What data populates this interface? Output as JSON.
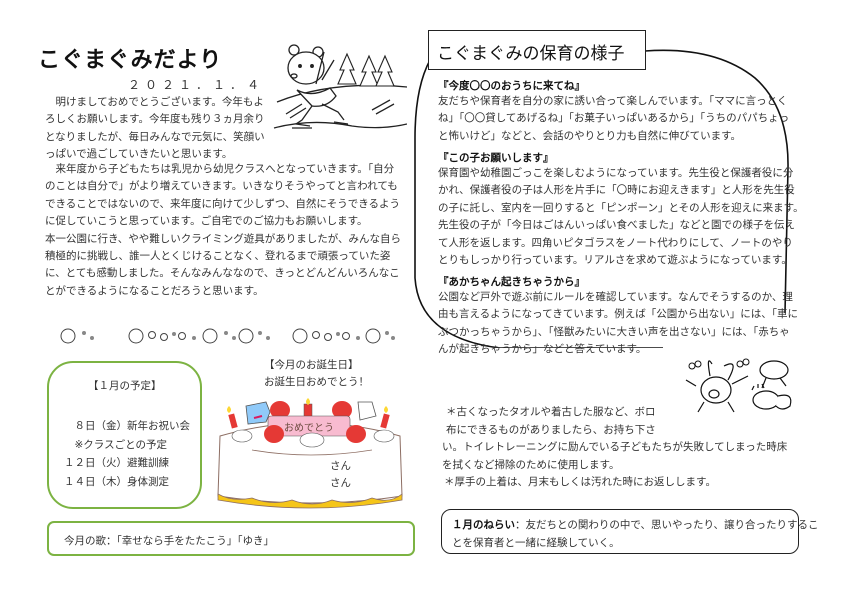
{
  "newsletter": {
    "title": "こぐまぐみだより",
    "date": "２０２１．１．４"
  },
  "greeting": {
    "lines": [
      "　明けましておめでとうございます。今年もよ",
      "ろしくお願いします。今年度も残り３ヵ月余り",
      "となりましたが、毎日みんなで元気に、笑顔い",
      "っぱいで過ごしていきたいと思います。"
    ]
  },
  "message": {
    "lines": [
      "　来年度から子どもたちは乳児から幼児クラスへとなっていきます。「自分",
      "のことは自分で」がより増えていきます。いきなりそうやってと言われても",
      "できることではないので、来年度に向けて少しずつ、自然にそうできるよう",
      "に促していこうと思っています。ご自宅でのご協力もお願いします。",
      "本一公園に行き、やや難しいクライミング遊具がありましたが、みんな自ら",
      "積極的に挑戦し、誰一人とくじけることなく、登れるまで頑張っていた姿",
      "に、とても感動しました。そんなみんななので、きっとどんどんいろんなこ",
      "とができるようになることだろうと思います。"
    ]
  },
  "decoration": {
    "border_glyphs": "✿❀ ◌◔◡❀◒ ❀◌ ❀ ◌❀ ✿❀ ◌◔◡❀◒ ❀◌ ❀"
  },
  "schedule": {
    "title": "【１月の予定】",
    "items": [
      "　８日（金）新年お祝い会",
      "　※クラスごとの予定",
      "１２日（火）避難訓練",
      "１４日（木）身体測定"
    ],
    "border_color": "#7cb342"
  },
  "birthday": {
    "title": "【今月のお誕生日】",
    "subtitle": "お誕生日おめでとう！",
    "plate_text": "おめでとう",
    "names": [
      "さん",
      "さん"
    ]
  },
  "song": {
    "text": "今月の歌：「幸せなら手をたたこう」「ゆき」"
  },
  "childcare": {
    "title": "こぐまぐみの保育の様子",
    "sections": [
      {
        "heading": "『今度〇〇のおうちに来てね』",
        "lines": [
          "友だちや保育者を自分の家に誘い合って楽しんでいます。「ママに言っとく",
          "ね」「〇〇貸してあげるね」「お菓子いっぱいあるから」「うちのパパちょっ",
          "と怖いけど」などと、会話のやりとり力も自然に伸びています。"
        ]
      },
      {
        "heading": "『この子お願いします』",
        "lines": [
          "保育園や幼稚園ごっこを楽しむようになっています。先生役と保護者役に分",
          "かれ、保護者役の子は人形を片手に「〇時にお迎えきます」と人形を先生役",
          "の子に託し、室内を一回りすると「ピンポーン」とその人形を迎えに来ます。",
          "先生役の子が「今日はごはんいっぱい食べました」などと園での様子を伝え",
          "て人形を返します。四角いピタゴラスをノート代わりにして、ノートのやり",
          "とりもしっかり行っています。リアルさを求めて遊ぶようになっています。"
        ]
      },
      {
        "heading": "『あかちゃん起きちゃうから』",
        "lines": [
          "公園など戸外で遊ぶ前にルールを確認しています。なんでそうするのか、理",
          "由も言えるようになってきています。例えば「公園から出ない」には、「車に",
          "ぶつかっちゃうから」、「怪獣みたいに大きい声を出さない」には、「赤ちゃ",
          "んが起きちゃうから」などと答えています。"
        ]
      }
    ]
  },
  "notes": {
    "lines": [
      "＊古くなったタオルや着古した服など、ボロ",
      "布にできるものがありましたら、お持ち下さ",
      "い。トイレトレーニングに励んでいる子どもたちが失敗してしまった時床",
      "を拭くなど掃除のために使用します。",
      "＊厚手の上着は、月末もしくは汚れた時にお返しします。"
    ]
  },
  "aim": {
    "label": "１月のねらい",
    "text_line1": "：友だちとの関わりの中で、思いやったり、譲り合ったりするこ",
    "text_line2": "とを保育者と一緒に経験していく。"
  },
  "illustrations": {
    "top": "bear-skating-icon",
    "cake": "birthday-cake-icon",
    "bottom_right": "rabbit-friends-icon"
  },
  "colors": {
    "accent_green": "#7cb342",
    "cake_yellow": "#f5c518",
    "strawberry_red": "#e53935",
    "plate_pink": "#f8bbd0",
    "bear_blue": "#90caf9"
  }
}
